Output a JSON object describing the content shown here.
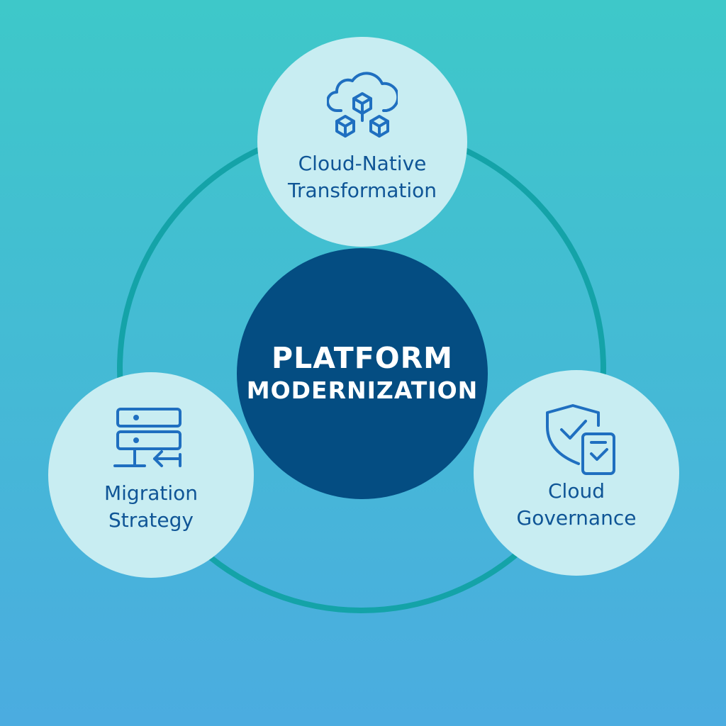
{
  "center": {
    "line1": "PLATFORM",
    "line2": "MODERNIZATION"
  },
  "nodes": {
    "top": {
      "line1": "Cloud-Native",
      "line2": "Transformation",
      "icon": "cloud-containers-icon"
    },
    "left": {
      "line1": "Migration",
      "line2": "Strategy",
      "icon": "server-migration-icon"
    },
    "right": {
      "line1": "Cloud",
      "line2": "Governance",
      "icon": "shield-check-icon"
    }
  },
  "colors": {
    "background_top": "#3ec8c9",
    "background_bottom": "#4bace0",
    "ring": "#14a3a8",
    "hub": "#044d82",
    "node_fill": "#c8edf2",
    "node_text": "#0f5596",
    "icon": "#1f6fc0"
  }
}
